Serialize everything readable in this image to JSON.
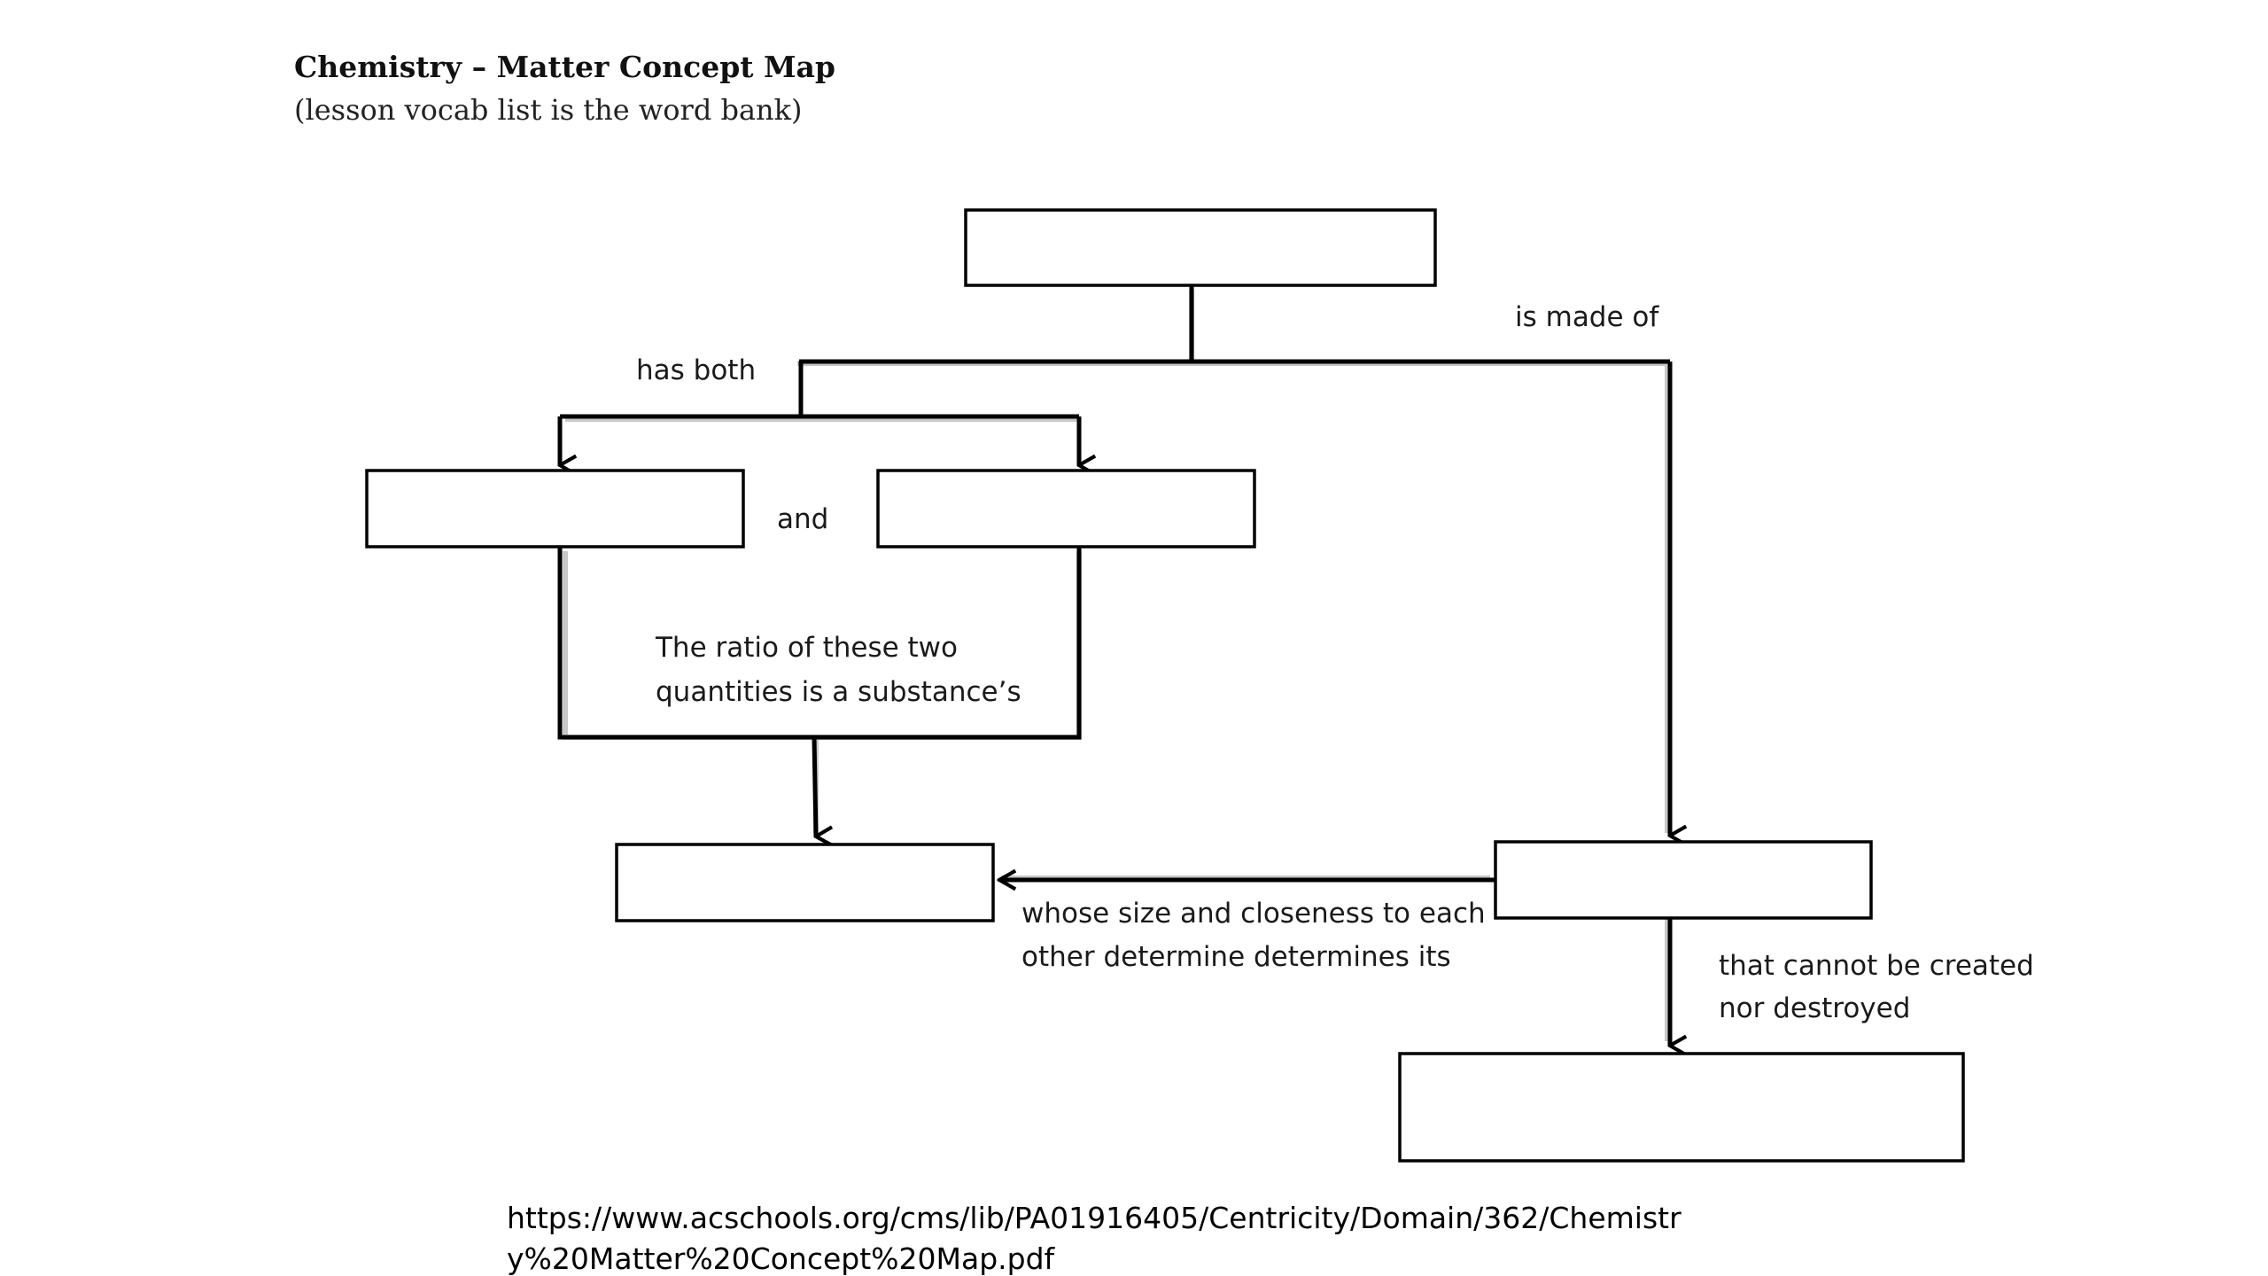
{
  "header": {
    "title": "Chemistry – Matter Concept Map",
    "subtitle": "(lesson vocab list is the word bank)"
  },
  "diagram": {
    "boxes": {
      "top": "",
      "left_quantity": "",
      "right_quantity": "",
      "ratio_result": "",
      "particles": "",
      "bottom": ""
    },
    "labels": {
      "has_both": "has both",
      "is_made_of": "is made of",
      "and": "and",
      "ratio_line1": "The ratio of these two",
      "ratio_line2": "quantities is a substance’s",
      "whose_line1": "whose size and closeness to each",
      "whose_line2": "other determine determines its",
      "cannot_line1": "that cannot be created",
      "cannot_line2": "nor destroyed"
    }
  },
  "footer": {
    "url_line1": "https://www.acschools.org/cms/lib/PA01916405/Centricity/Domain/362/Chemistr",
    "url_line2": "y%20Matter%20Concept%20Map.pdf"
  }
}
